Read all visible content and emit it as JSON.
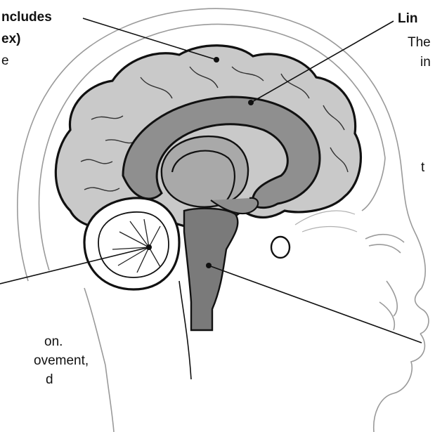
{
  "labels": {
    "cerebrum_heading_line1": "ncludes",
    "cerebrum_heading_line2": "ex)",
    "cerebrum_text_line1": "e",
    "limbic_heading": "Lin",
    "limbic_text_line1": "The",
    "limbic_text_line2": "in",
    "limbic_text_line3": "t",
    "cerebellum_text_line1": "on.",
    "cerebellum_text_line2": "ovement,",
    "cerebellum_text_line3": "d"
  },
  "colors": {
    "cerebrum_fill": "#c9c9c9",
    "limbic_fill": "#8f8f8f",
    "deep_fill": "#a9a9a9",
    "brainstem_fill": "#7a7a7a",
    "outline": "#111111",
    "head_outline": "#9a9a9a"
  }
}
